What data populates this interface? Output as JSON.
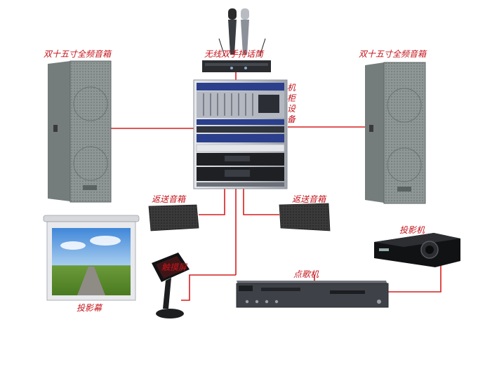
{
  "labels": {
    "left_speaker": "双十五寸全频音箱",
    "right_speaker": "双十五寸全频音箱",
    "microphone": "无线双手持话筒",
    "cabinet": "机柜设备",
    "monitor_left": "返送音箱",
    "monitor_right": "返送音箱",
    "projector": "投影机",
    "screen": "投影幕",
    "touchscreen": "触摸屏",
    "karaoke_player": "点歌机"
  },
  "colors": {
    "wire": "#d81e1e",
    "label": "#c4141b",
    "speaker_body": "#8e9696",
    "rack": "#c9ccd2"
  },
  "icons": [
    "microphone-icon",
    "speaker-icon",
    "rack-icon",
    "monitor-speaker-icon",
    "projector-icon",
    "projection-screen-icon",
    "touchscreen-icon",
    "karaoke-player-icon"
  ]
}
